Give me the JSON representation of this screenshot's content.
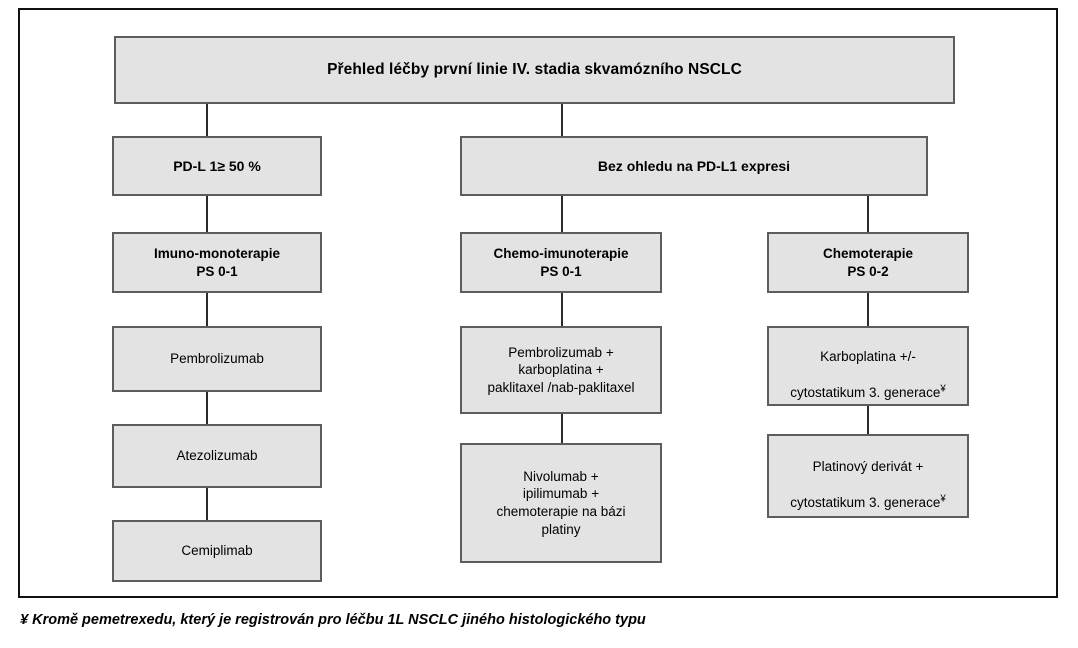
{
  "figure": {
    "kind": "clinical-treatment-flowchart",
    "language": "cs",
    "footnote": "¥ Kromě pemetrexedu, který je registrován pro léčbu 1L NSCLC jiného histologického typu",
    "colors": {
      "box_fill": "#e3e3e3",
      "box_border": "#5d5d5d",
      "frame_border": "#111111",
      "connector": "#2b2b2b",
      "text": "#000000"
    }
  },
  "title": {
    "label": "Přehled léčby první linie IV. stadia skvamózního NSCLC"
  },
  "branches": {
    "left": {
      "criterion": "PD-L 1≥ 50 %",
      "modality": "Imuno-monoterapie\nPS 0-1",
      "options": [
        {
          "label": "Pembrolizumab"
        },
        {
          "label": "Atezolizumab"
        },
        {
          "label": "Cemiplimab"
        }
      ]
    },
    "right": {
      "criterion": "Bez ohledu na PD-L1 expresi",
      "columns": [
        {
          "modality": "Chemo-imunoterapie\nPS 0-1",
          "options": [
            {
              "label": "Pembrolizumab +\nkarboplatina +\npaklitaxel /nab-paklitaxel"
            },
            {
              "label": "Nivolumab +\nipilimumab +\nchemoterapie na bázi\nplatiny"
            }
          ]
        },
        {
          "modality": "Chemoterapie\nPS 0-2",
          "options": [
            {
              "line1": "Karboplatina +/-",
              "line2": "cytostatikum 3. generace",
              "mark": "¥"
            },
            {
              "line1": "Platinový derivát +",
              "line2": "cytostatikum 3. generace",
              "mark": "¥"
            }
          ]
        }
      ]
    }
  }
}
